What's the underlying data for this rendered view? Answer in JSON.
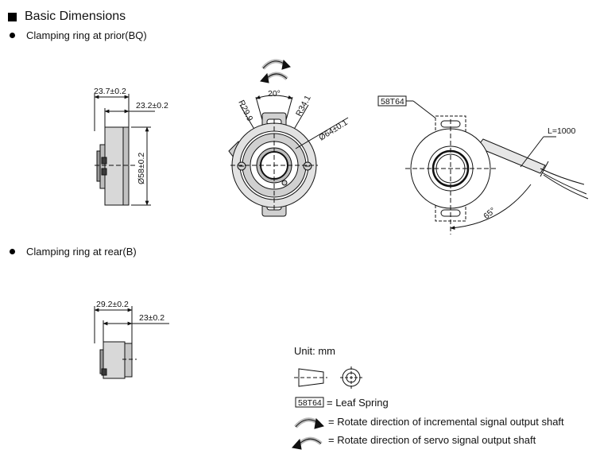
{
  "heading": "Basic Dimensions",
  "section_front": "Clamping ring at prior(BQ)",
  "section_rear": "Clamping ring at rear(B)",
  "dims_front_side": {
    "overall_length": "23.7±0.2",
    "body_length": "23.2±0.2",
    "diameter": "Ø58±0.2"
  },
  "dims_front_view": {
    "angle": "20°",
    "radius_inner": "R29.9",
    "radius_outer": "R34.1",
    "diameter": "Ø64±0.1"
  },
  "dims_back_view": {
    "leaf_spring_tag": "58T64",
    "cable_length": "L=1000",
    "cable_angle": "65°"
  },
  "dims_rear_side": {
    "overall_length": "29.2±0.2",
    "body_length": "23±0.2"
  },
  "legend": {
    "unit": "Unit: mm",
    "leaf_spring_tag": "58T64",
    "leaf_spring_text": "= Leaf Spring",
    "incremental_text": "= Rotate direction of incremental signal output shaft",
    "servo_text": "= Rotate direction of servo signal output shaft"
  }
}
